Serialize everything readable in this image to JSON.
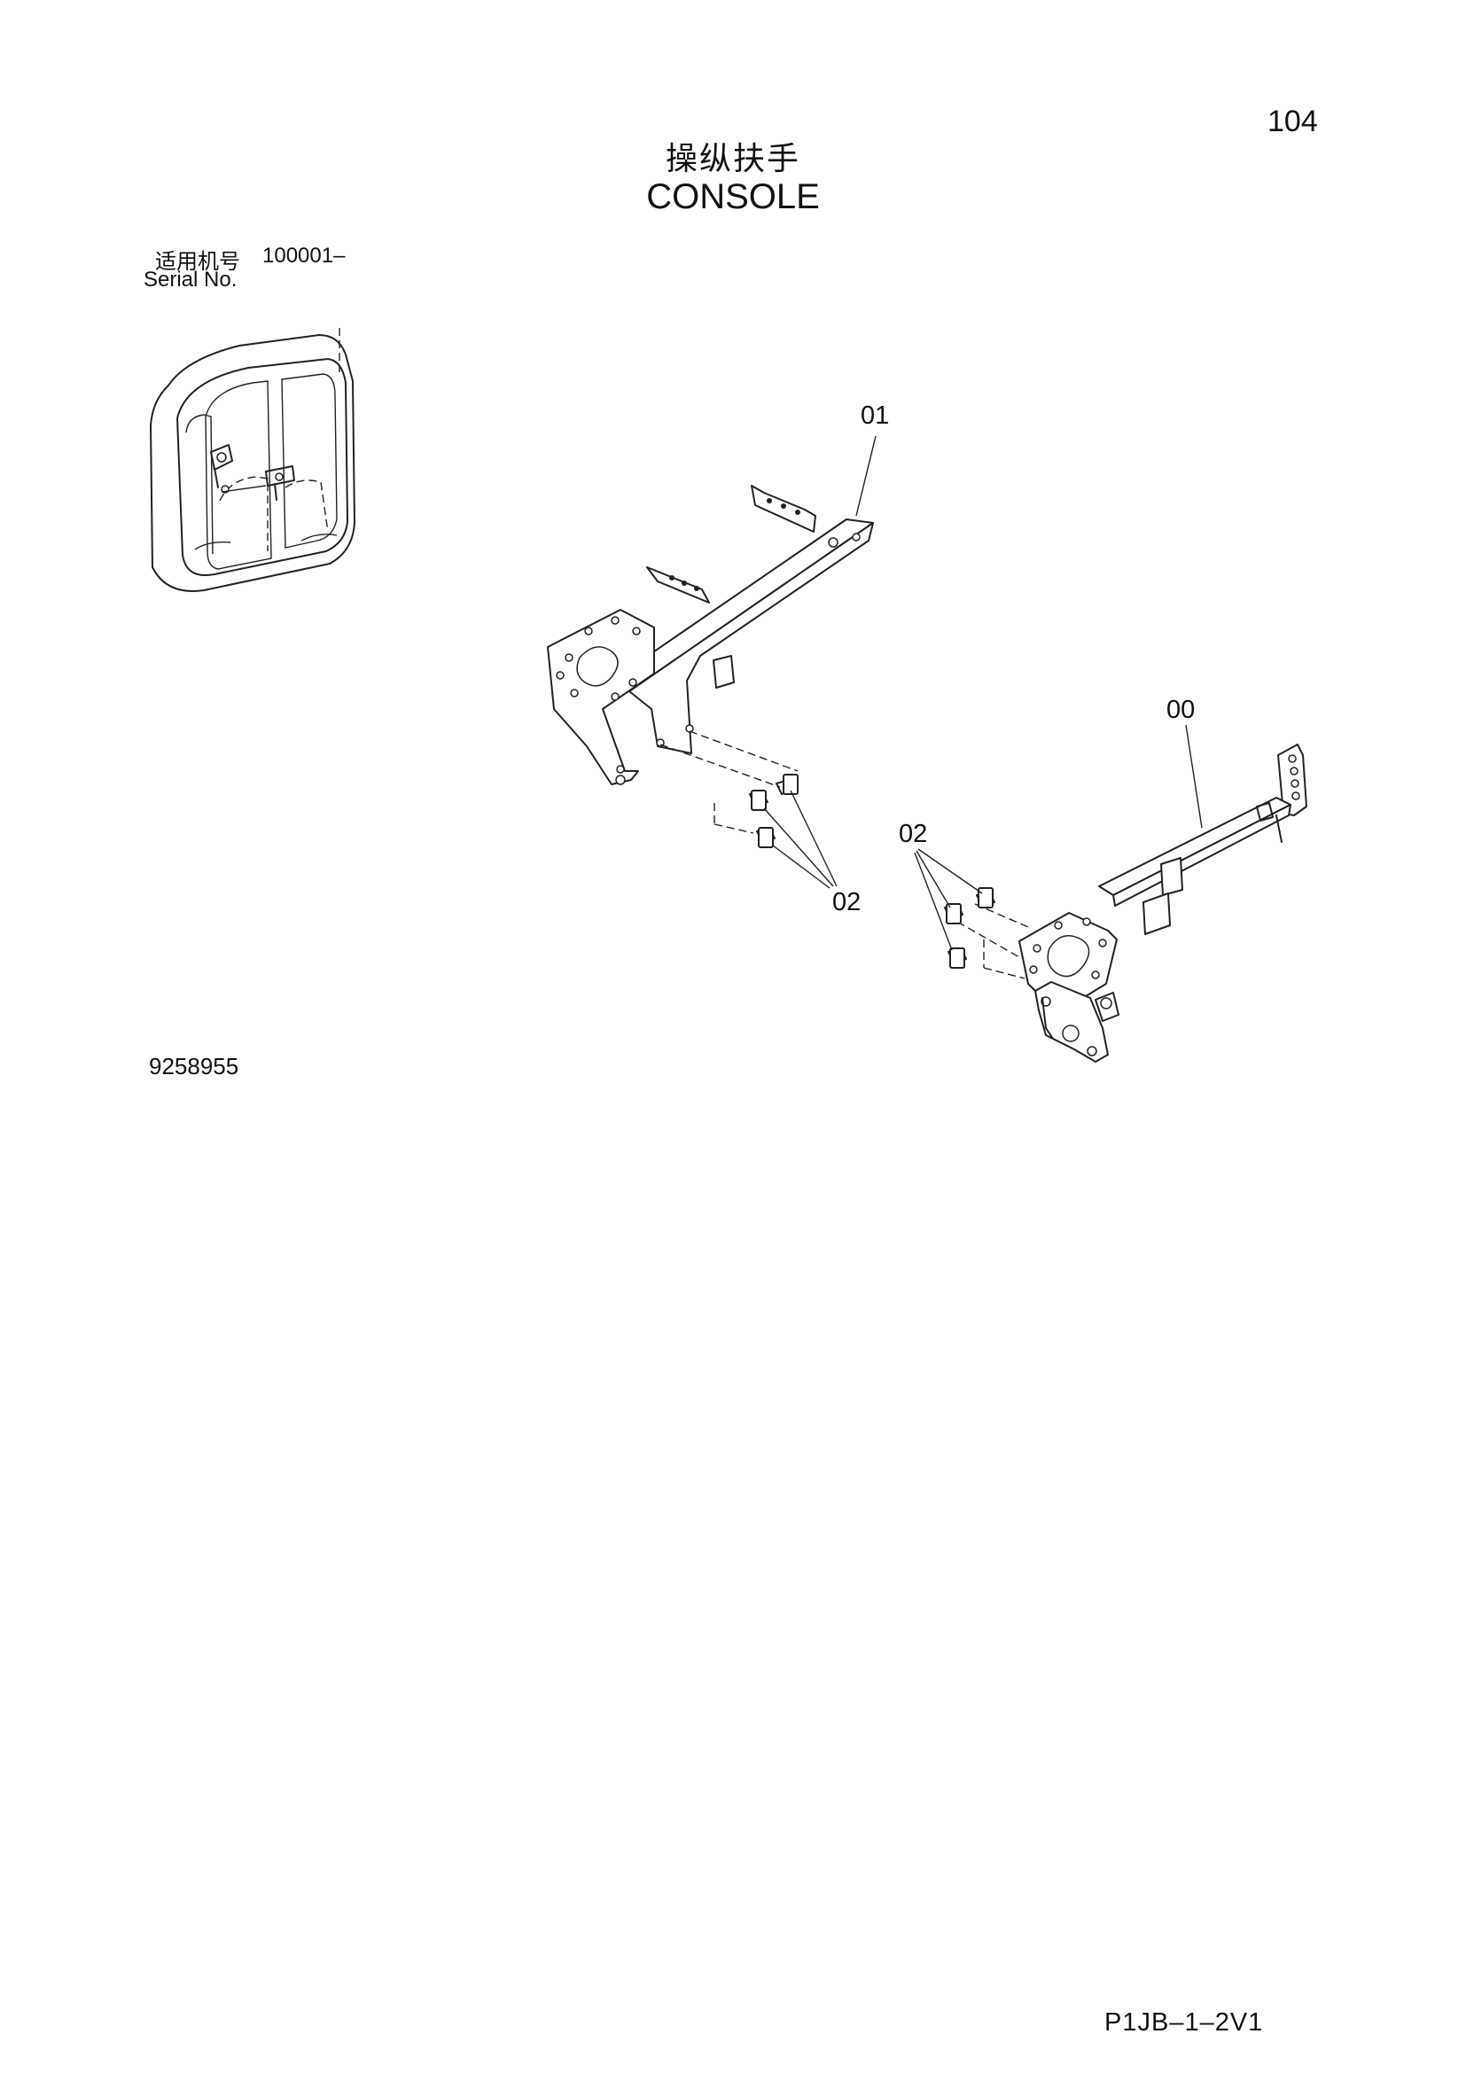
{
  "page_number": "104",
  "title_cn": "操纵扶手",
  "title_en": "CONSOLE",
  "serial": {
    "label_cn": "适用机号",
    "range": "100001–",
    "label_en": "Serial No."
  },
  "callouts": {
    "part_01": "01",
    "part_00": "00",
    "part_02_left": "02",
    "part_02_right": "02"
  },
  "drawing_number": "9258955",
  "document_code": "P1JB–1–2V1"
}
